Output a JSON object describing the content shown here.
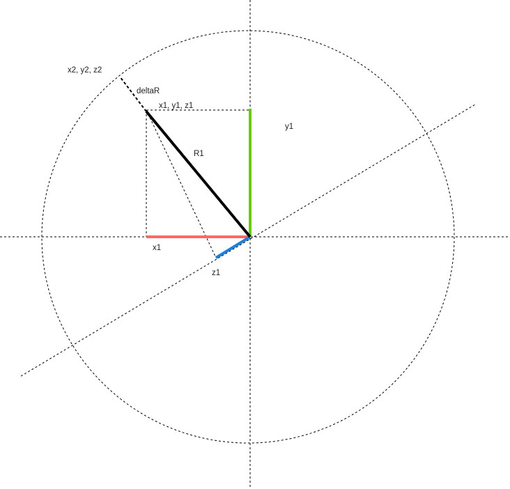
{
  "labels": {
    "point2": "x2, y2, z2",
    "delta": "deltaR",
    "point1": "x1, y1, z1",
    "radius": "R1",
    "y": "y1",
    "x": "x1",
    "z": "z1"
  },
  "colors": {
    "x_component": "#ff6666",
    "y_component": "#66cc00",
    "z_component": "#1e7fd8",
    "radius": "#000000",
    "guides": "#000000",
    "background": "#ffffff"
  }
}
